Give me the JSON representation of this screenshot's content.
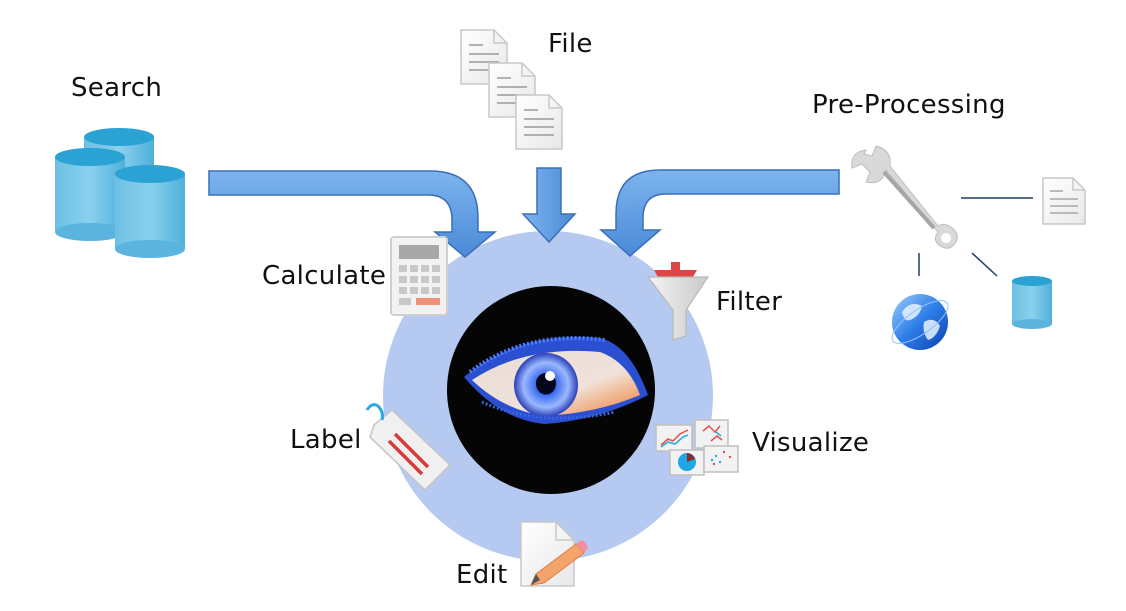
{
  "diagram": {
    "title": "",
    "center": {
      "icon": "eye-icon",
      "description": "eye"
    },
    "inputs": [
      {
        "id": "search",
        "label": "Search",
        "icon": "database-stack-icon"
      },
      {
        "id": "file",
        "label": "File",
        "icon": "documents-icon"
      },
      {
        "id": "preprocessing",
        "label": "Pre-Processing",
        "icon": "wrench-icon",
        "sub_items": [
          {
            "icon": "document-icon"
          },
          {
            "icon": "globe-icon"
          },
          {
            "icon": "database-icon"
          }
        ]
      }
    ],
    "actions": [
      {
        "id": "calculate",
        "label": "Calculate",
        "icon": "calculator-icon"
      },
      {
        "id": "filter",
        "label": "Filter",
        "icon": "funnel-icon"
      },
      {
        "id": "label",
        "label": "Label",
        "icon": "tag-icon"
      },
      {
        "id": "visualize",
        "label": "Visualize",
        "icon": "charts-icon"
      },
      {
        "id": "edit",
        "label": "Edit",
        "icon": "document-pencil-icon"
      }
    ],
    "colors": {
      "arrow": "#5b9be3",
      "arrow_edge": "#3a6fb8",
      "circle": "#b6c9f0",
      "database": "#5bb8de",
      "connector": "#1f3a6b",
      "text": "#111111"
    }
  }
}
